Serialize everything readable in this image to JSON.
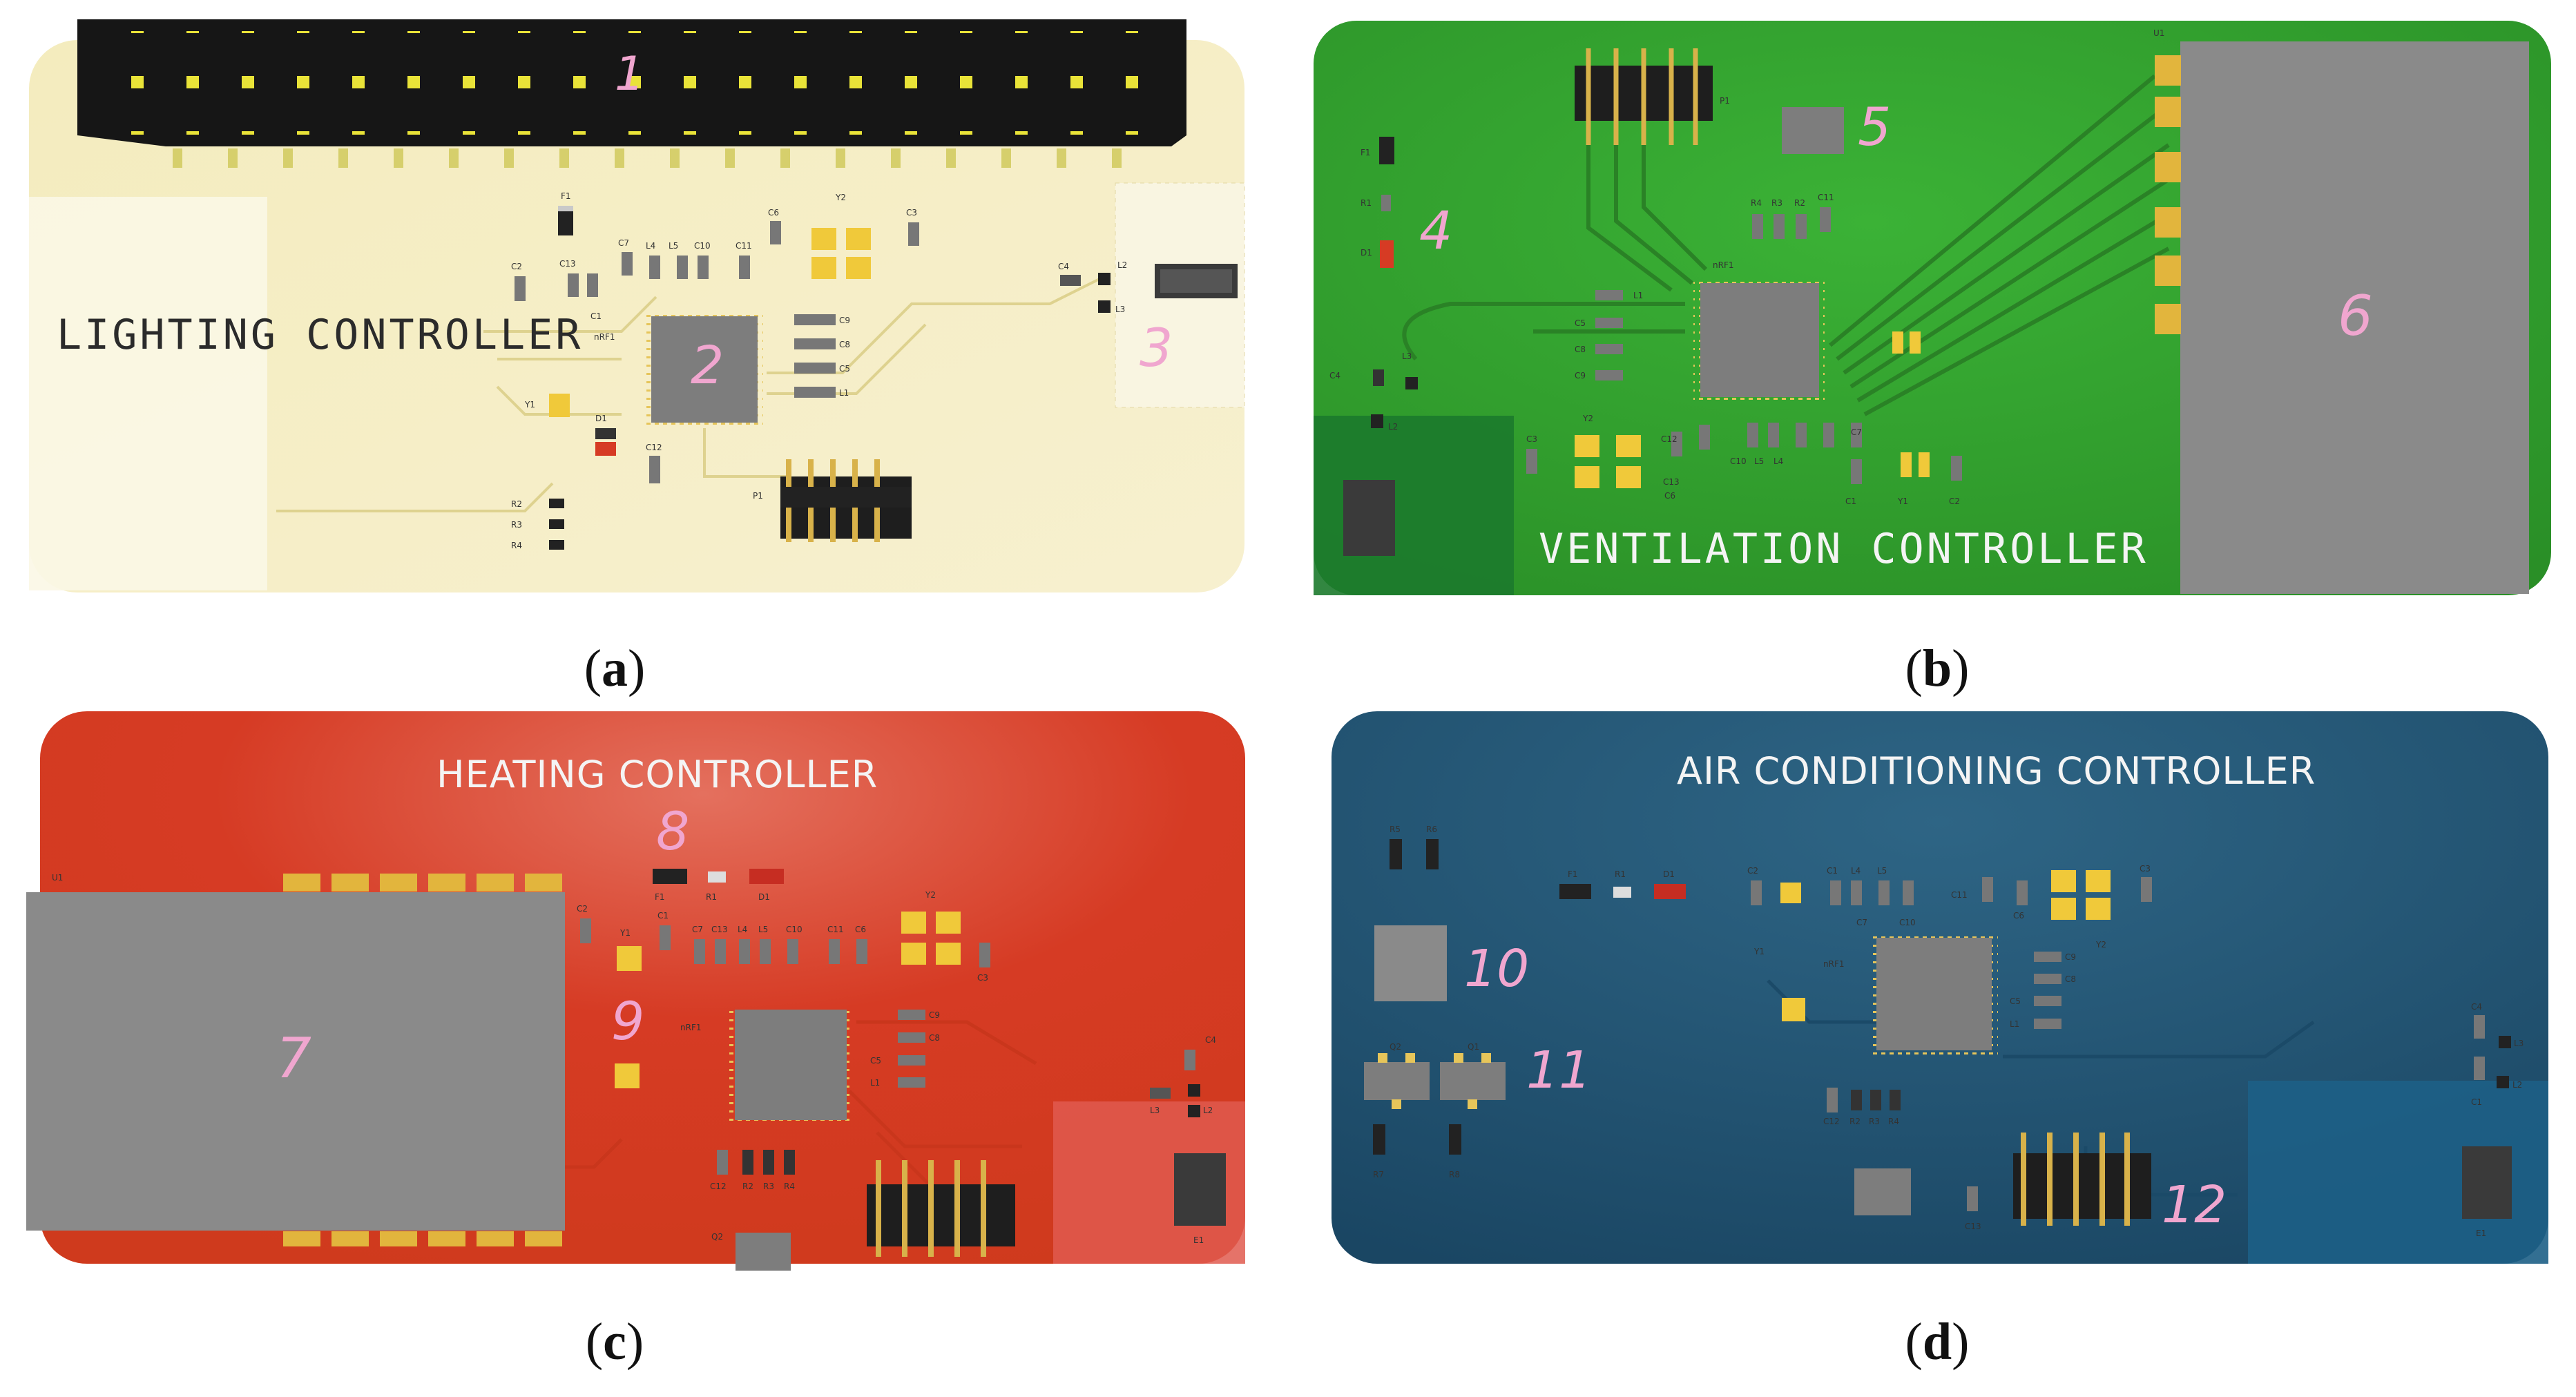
{
  "panels": {
    "a": {
      "title": "LIGHTING CONTROLLER",
      "caption": "a",
      "callouts": [
        "1",
        "2",
        "3"
      ],
      "colors": {
        "board": "#f6efc4",
        "header": "#1a1a1a",
        "chip": "#7d7d7d"
      }
    },
    "b": {
      "title": "VENTILATION CONTROLLER",
      "caption": "b",
      "callouts": [
        "4",
        "5",
        "6"
      ],
      "colors": {
        "board": "#2f9e2c",
        "chip": "#7d7d7d"
      }
    },
    "c": {
      "title": "HEATING CONTROLLER",
      "caption": "c",
      "callouts": [
        "7",
        "8",
        "9"
      ],
      "colors": {
        "board": "#d73a23",
        "chip": "#7d7d7d"
      }
    },
    "d": {
      "title": "AIR CONDITIONING CONTROLLER",
      "caption": "d",
      "callouts": [
        "10",
        "11",
        "12"
      ],
      "colors": {
        "board": "#1e4e6e",
        "chip": "#7d7d7d"
      }
    }
  },
  "silk": {
    "a": [
      "F1",
      "C2",
      "C13",
      "C7",
      "L4",
      "L5",
      "C10",
      "C11",
      "C6",
      "Y2",
      "C3",
      "C9",
      "C8",
      "C5",
      "L1",
      "L2",
      "C4",
      "L3",
      "C1",
      "nRF1",
      "Y1",
      "D1",
      "C12",
      "R2",
      "R3",
      "R4",
      "P1"
    ],
    "b": [
      "U1",
      "P1",
      "F1",
      "R1",
      "D1",
      "R4",
      "R3",
      "R2",
      "C11",
      "nRF1",
      "L1",
      "C5",
      "C8",
      "C9",
      "C4",
      "L3",
      "L2",
      "C3",
      "Y2",
      "C12",
      "C10",
      "L5",
      "L4",
      "C13",
      "C7",
      "C6",
      "C1",
      "Y1",
      "C2"
    ],
    "c": [
      "U1",
      "Y2",
      "F1",
      "R1",
      "D1",
      "C2",
      "Y1",
      "C1",
      "C7",
      "C13",
      "L4",
      "L5",
      "C10",
      "C11",
      "C6",
      "C3",
      "C9",
      "C8",
      "C5",
      "L1",
      "nRF1",
      "C4",
      "L3",
      "L2",
      "C12",
      "R2",
      "R3",
      "R4",
      "Q2",
      "E1"
    ],
    "d": [
      "R5",
      "R6",
      "F1",
      "R1",
      "D1",
      "C2",
      "C1",
      "L4",
      "L5",
      "C11",
      "C6",
      "C3",
      "C7",
      "C10",
      "Y1",
      "nRF1",
      "Y2",
      "C9",
      "C8",
      "C5",
      "L1",
      "Q2",
      "Q1",
      "R7",
      "R8",
      "C12",
      "R2",
      "R3",
      "R4",
      "C13",
      "C4",
      "L3",
      "L2",
      "C1",
      "E1"
    ]
  }
}
